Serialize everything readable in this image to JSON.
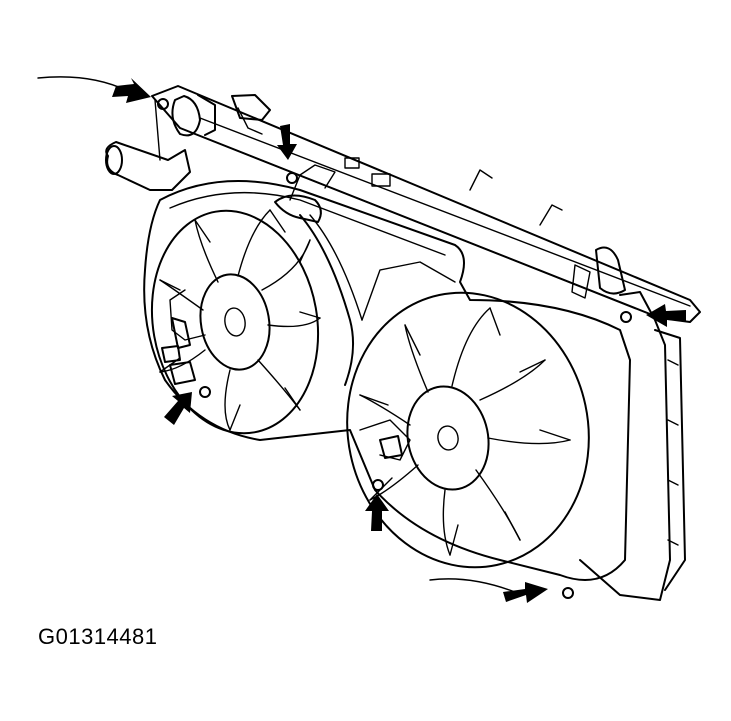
{
  "figure": {
    "code": "G01314481"
  },
  "parts": [
    {
      "icon": "radiator-icon"
    },
    {
      "icon": "left-fan-icon"
    },
    {
      "icon": "right-fan-icon"
    },
    {
      "icon": "fan-shroud-icon"
    },
    {
      "icon": "inlet-hose-icon"
    }
  ],
  "callouts": [
    {
      "icon": "arrow-icon",
      "points_to": "bolt"
    },
    {
      "icon": "arrow-icon",
      "points_to": "bolt"
    },
    {
      "icon": "arrow-icon",
      "points_to": "bolt"
    },
    {
      "icon": "arrow-icon",
      "points_to": "bolt"
    },
    {
      "icon": "arrow-icon",
      "points_to": "bolt"
    },
    {
      "icon": "arrow-icon",
      "points_to": "bolt"
    }
  ],
  "colors": {
    "line": "#000000",
    "background": "#ffffff"
  }
}
